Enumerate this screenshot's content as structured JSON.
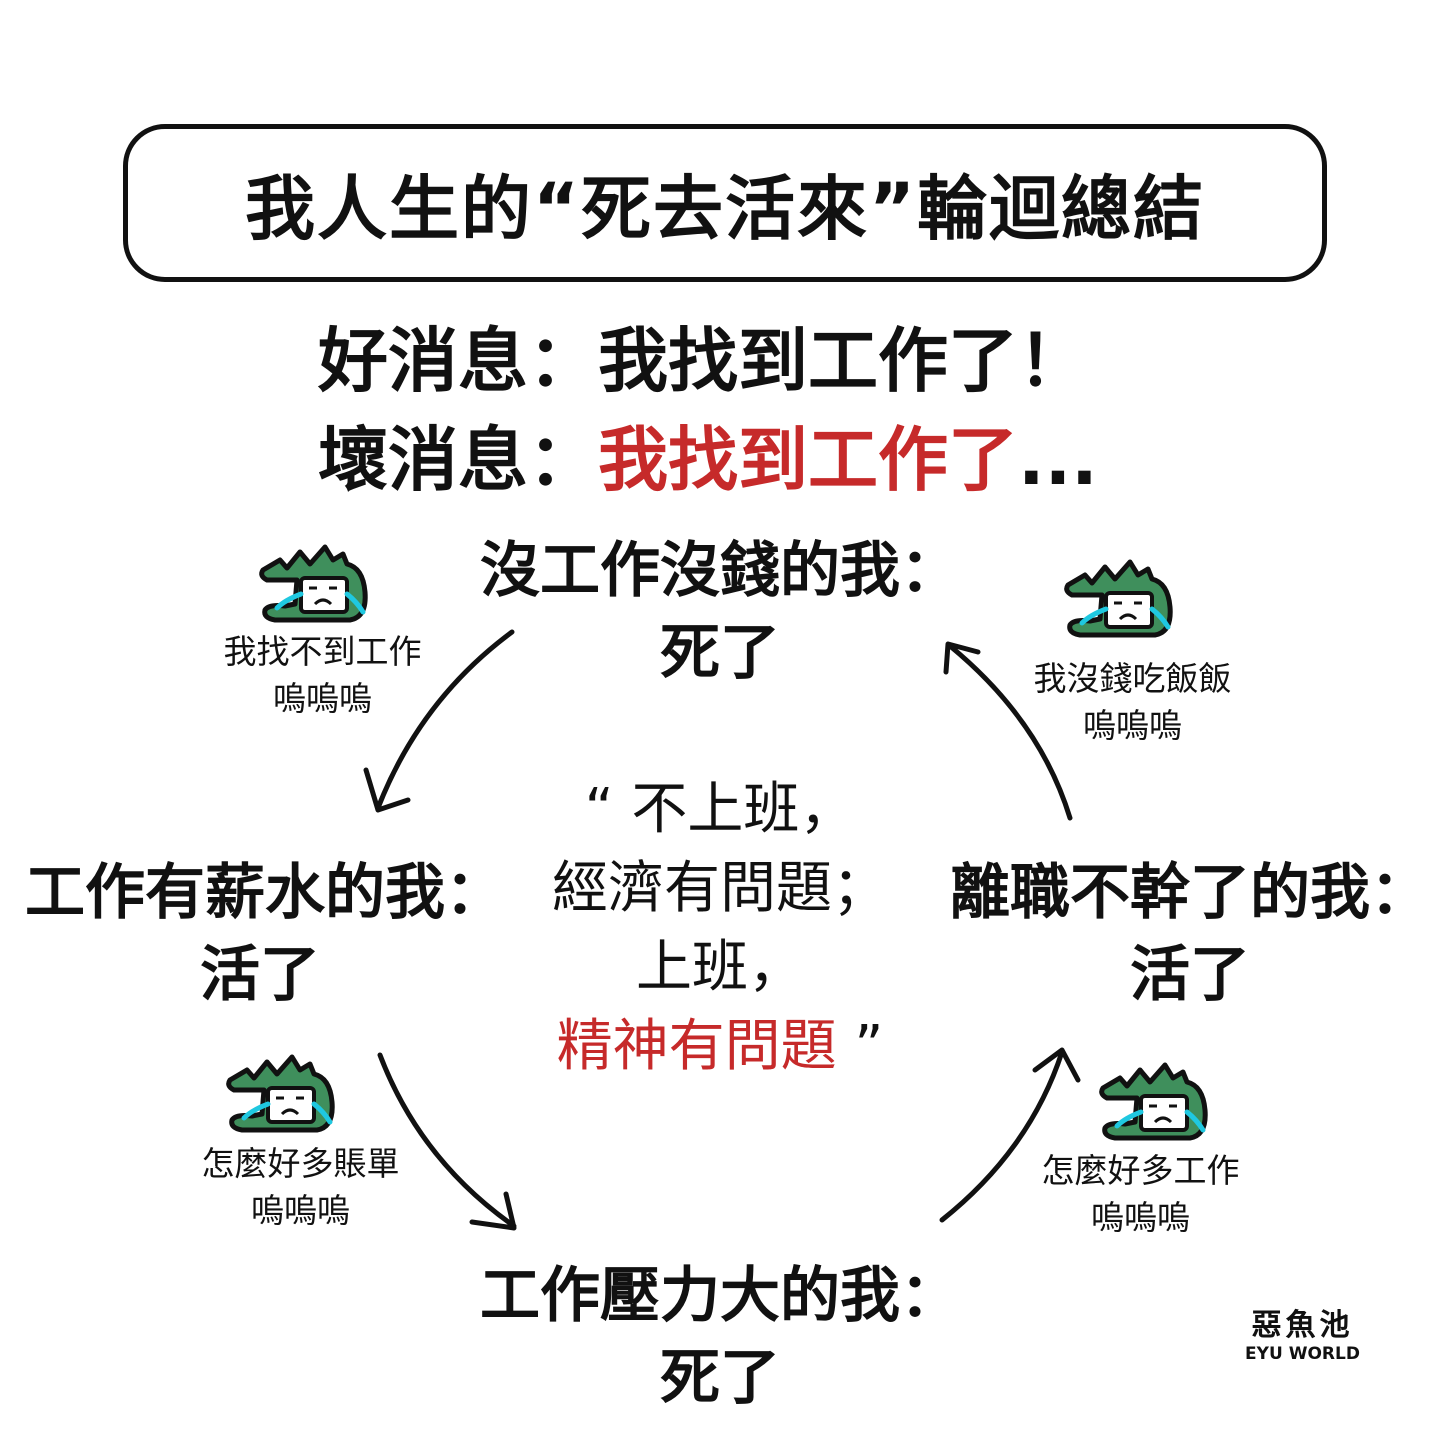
{
  "title": "我人生的“死去活來”輪迴總結",
  "good_news": {
    "label": "好消息：",
    "text": "我找到工作了！"
  },
  "bad_news": {
    "label": "壞消息：",
    "text": "我找到工作了",
    "suffix": "..."
  },
  "nodes": {
    "top": {
      "line1": "沒工作沒錢的我：",
      "line2": "死了"
    },
    "left": {
      "line1": "工作有薪水的我：",
      "line2": "活了"
    },
    "right": {
      "line1": "離職不幹了的我：",
      "line2": "活了"
    },
    "bottom": {
      "line1": "工作壓力大的我：",
      "line2": "死了"
    }
  },
  "quote": {
    "line1": "“ 不上班，",
    "line2": "經濟有問題；",
    "line3": "上班，",
    "line4": "精神有問題",
    "close": " ”"
  },
  "captions": [
    {
      "line1": "我找不到工作",
      "line2": "嗚嗚嗚"
    },
    {
      "line1": "我沒錢吃飯飯",
      "line2": "嗚嗚嗚"
    },
    {
      "line1": "怎麼好多賬單",
      "line2": "嗚嗚嗚"
    },
    {
      "line1": "怎麼好多工作",
      "line2": "嗚嗚嗚"
    }
  ],
  "logo": {
    "cn": "惡魚池",
    "en": "EYU WORLD"
  },
  "colors": {
    "accent_red": "#c62a2a",
    "croc_green": "#3f8f5c",
    "tear_blue": "#1fc8e0"
  }
}
